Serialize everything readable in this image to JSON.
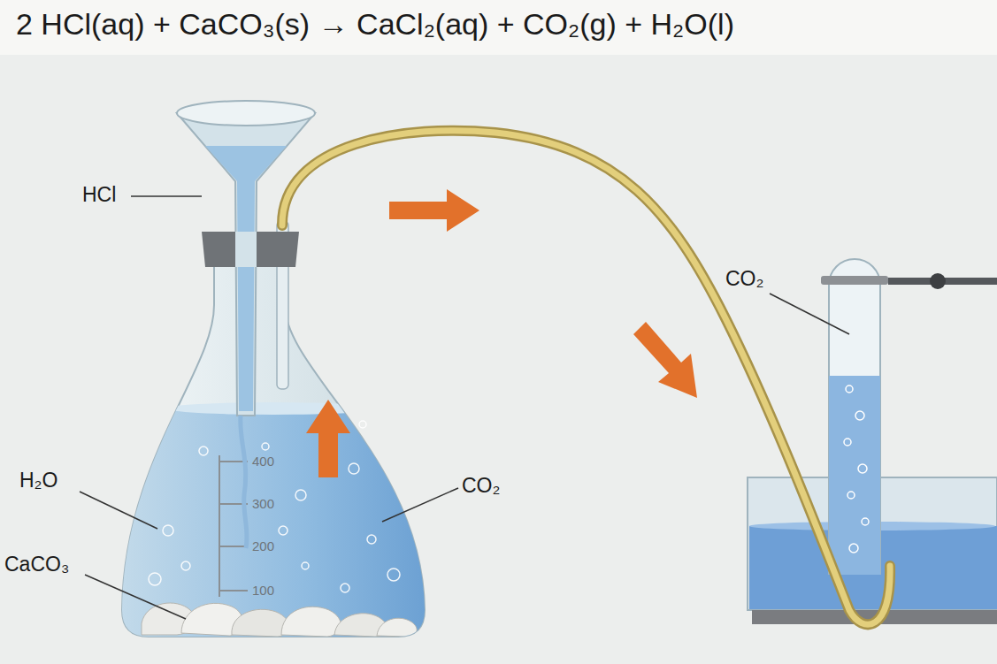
{
  "diagram": {
    "title": "2 HCl(aq) + CaCO₃(s) → CaCl₂(aq) + CO₂(g) + H₂O(l)",
    "labels": [
      "HCl",
      "H₂O",
      "CaCO₃",
      "CO₂",
      "CO₂",
      "400",
      "300",
      "200",
      "100"
    ]
  }
}
